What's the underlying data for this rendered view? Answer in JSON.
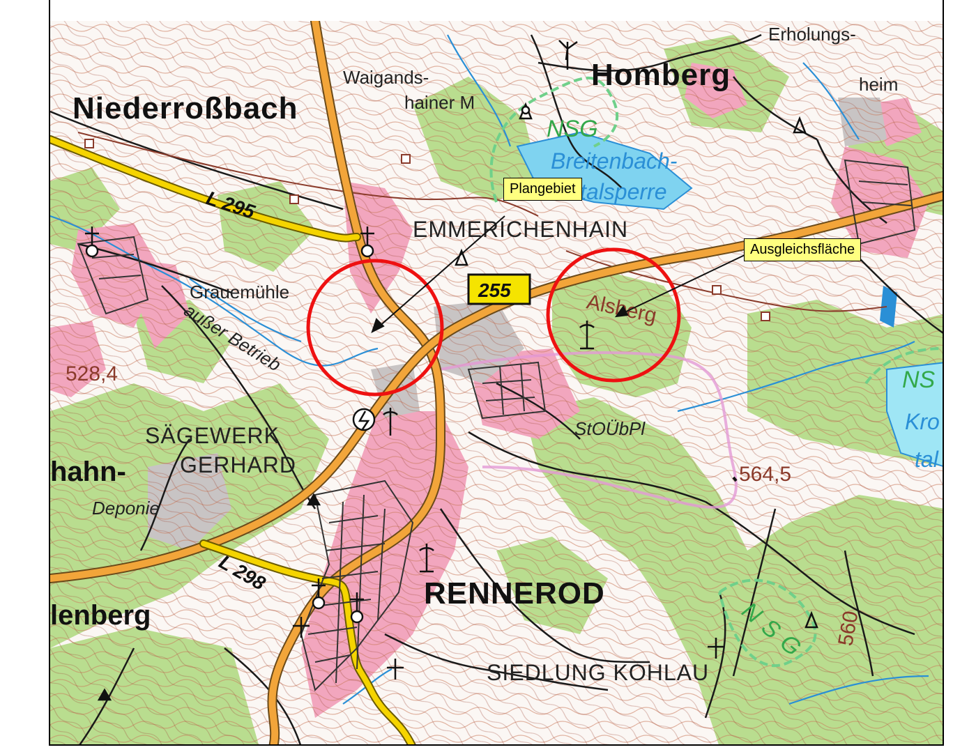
{
  "callouts": {
    "plangebiet": "Plangebiet",
    "ausgleich": "Ausgleichsfläche"
  },
  "places": {
    "niederrossbach": "Niederroßbach",
    "homberg": "Homberg",
    "erholungs": "Erholungs-",
    "heim": "heim",
    "waigands": "Waigands-",
    "hainer": "hainer M",
    "emmerichenhain": "EMMERICHENHAIN",
    "grauemuehle": "Grauemühle",
    "ausser": "außer Betrieb",
    "saegewerk": "SÄGEWERK",
    "gerhard": "GERHARD",
    "hahn": "hahn-",
    "deponie": "Deponie",
    "rennerod": "RENNEROD",
    "lenberg": "lenberg",
    "siedlung": "SIEDLUNG KOHLAU",
    "stoubpl": "StOÜbPl",
    "alsberg": "Alsberg",
    "nsg1": "NSG",
    "breitenbach": "Breitenbach-",
    "talsperre": "talsperre",
    "ns2": "NS",
    "kro": "Kro",
    "tal": "tal",
    "nsg3": "NSG"
  },
  "roads": {
    "l295": "L 295",
    "l298": "L 298",
    "b255": "255"
  },
  "elevations": {
    "e528": "528,4",
    "e564": "564,5",
    "e560": "560"
  },
  "colors": {
    "forest": "#b9dd8f",
    "settlement": "#f2a6be",
    "main_road": "#f2a53a",
    "minor_road": "#f5d400",
    "water": "#7fd3f0",
    "circle": "#ee1111",
    "callout_fill": "#ffff80"
  }
}
